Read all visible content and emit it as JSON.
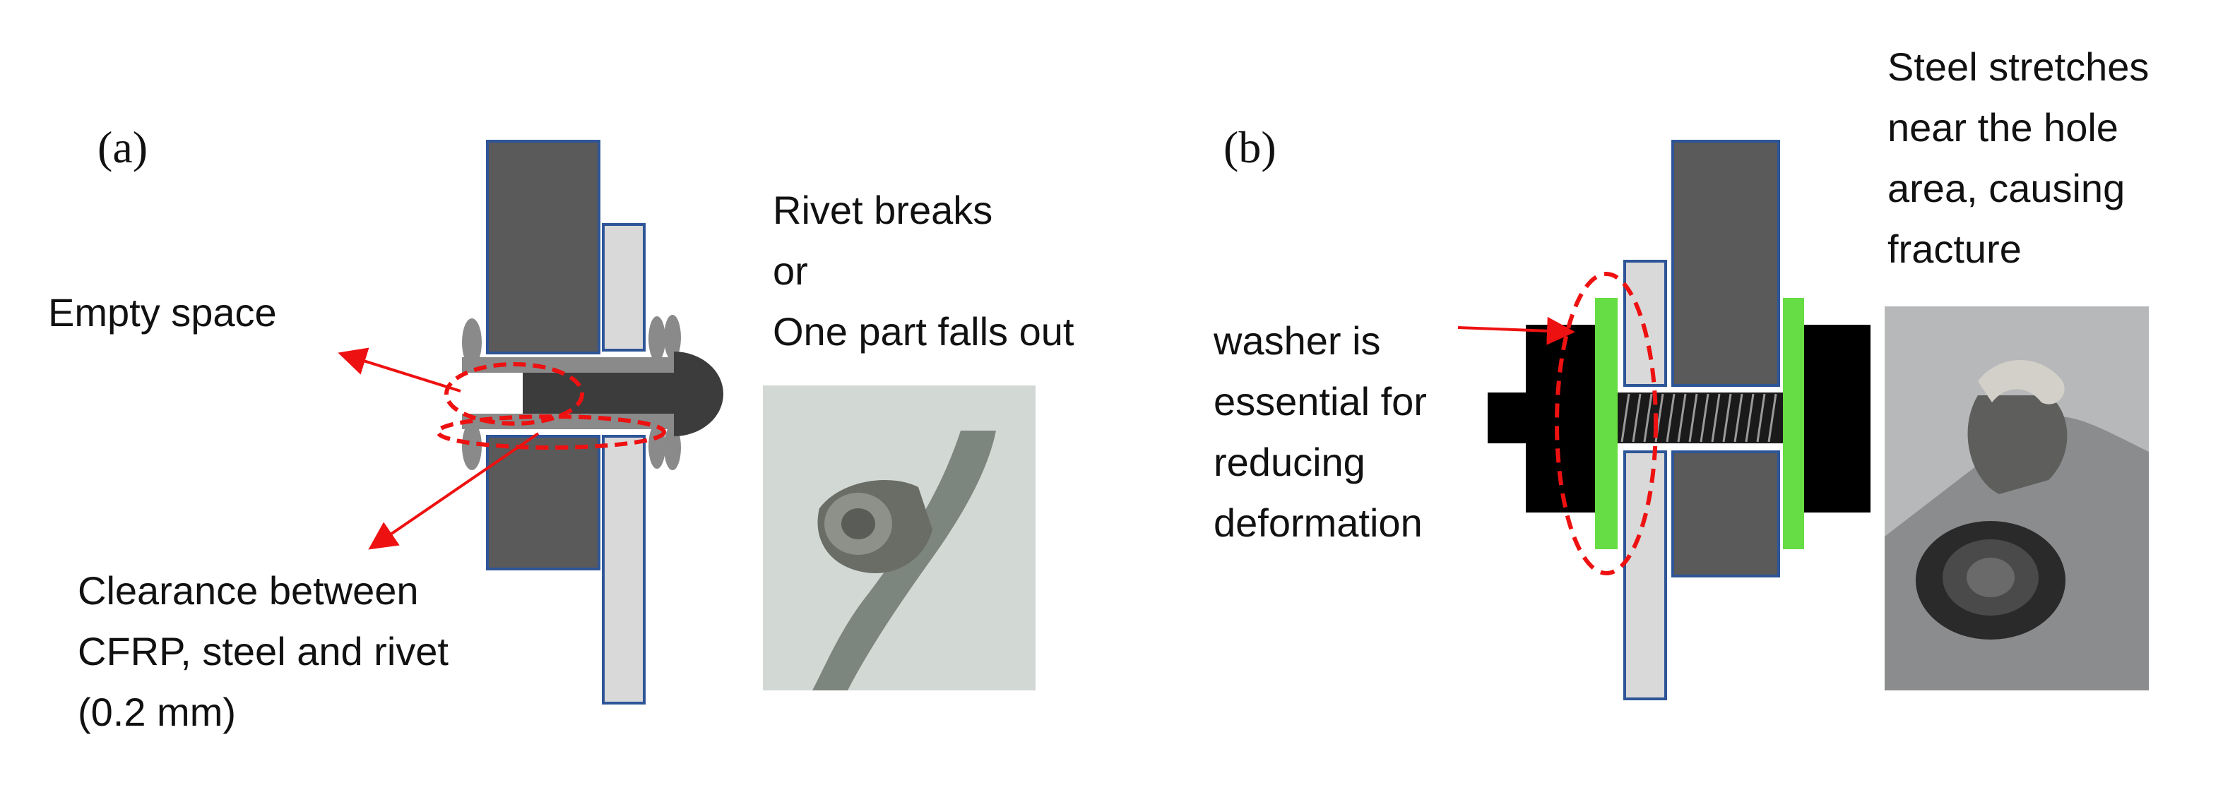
{
  "panel_a": {
    "tag": "(a)",
    "empty_space_label": "Empty space",
    "failure_lines": [
      "Rivet breaks",
      "or",
      "One part falls out"
    ],
    "clearance_lines": [
      "Clearance between",
      "CFRP, steel and rivet",
      "(0.2 mm)"
    ]
  },
  "panel_b": {
    "tag": "(b)",
    "washer_lines": [
      "washer is",
      "essential for",
      "reducing",
      "deformation"
    ],
    "steel_lines": [
      "Steel stretches",
      "near the hole",
      "area, causing",
      "fracture"
    ]
  },
  "colors": {
    "cfrp": "#5a5a5a",
    "steel": "#d9d9d9",
    "outline": "#2e5597",
    "rivet": "#3c3c3c",
    "rivet_flange": "#8a8a8a",
    "bolt": "#000000",
    "washer": "#66dd44",
    "annotation": "#ee1111"
  }
}
